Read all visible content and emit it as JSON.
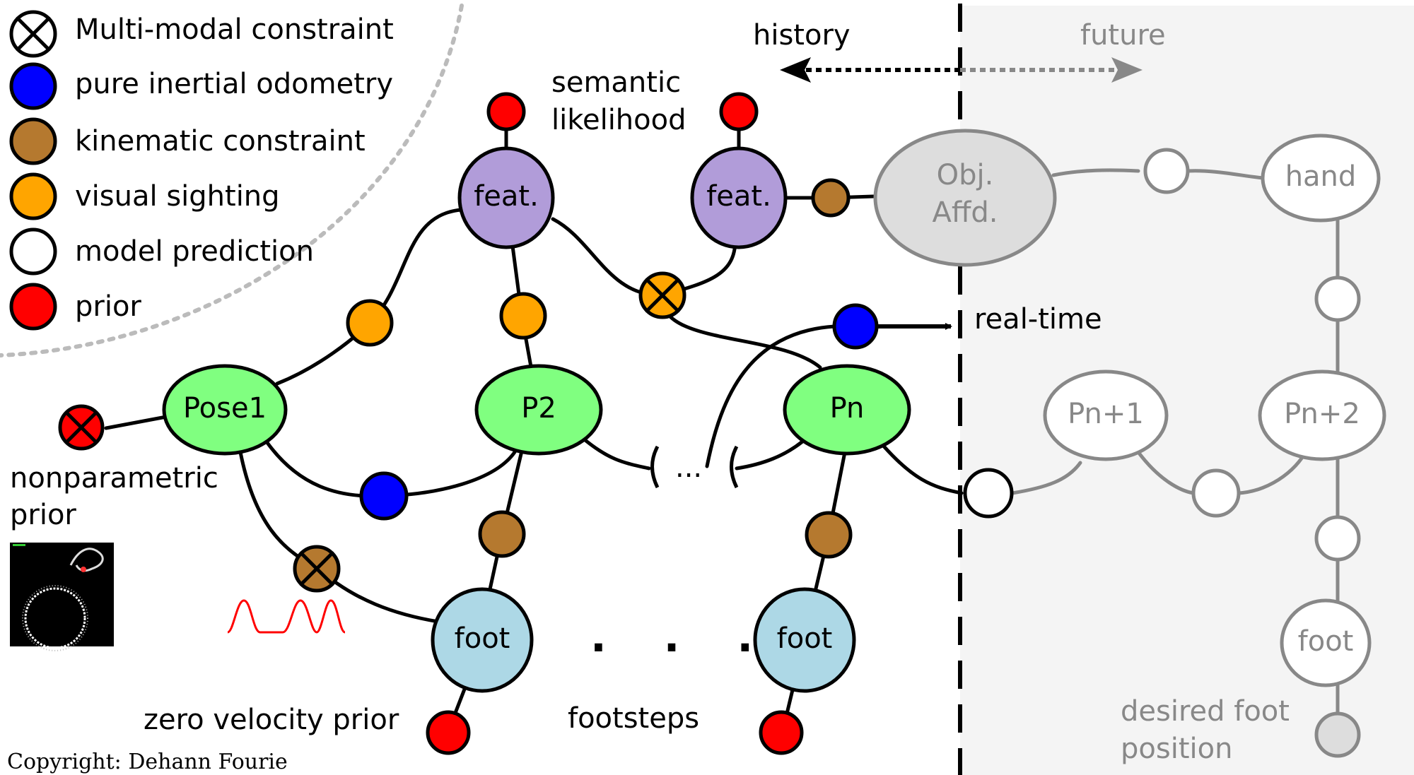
{
  "colors": {
    "pose": "#80ff80",
    "feature": "#b19cd9",
    "foot": "#add8e6",
    "inertial": "#0000ff",
    "kinematic": "#b5792f",
    "visual": "#ffa500",
    "prediction": "#ffffff",
    "prior": "#ff0000",
    "object_affordance": "#dddddd",
    "future_background": "#f4f4f4",
    "signal": "#ff0000"
  },
  "legend": {
    "items": [
      {
        "label": "Multi-modal constraint",
        "icon": "multimodal-x-icon"
      },
      {
        "label": "pure inertial odometry",
        "icon": "blue-circle-icon"
      },
      {
        "label": "kinematic constraint",
        "icon": "brown-circle-icon"
      },
      {
        "label": "visual sighting",
        "icon": "orange-circle-icon"
      },
      {
        "label": "model prediction",
        "icon": "white-circle-icon"
      },
      {
        "label": "prior",
        "icon": "red-circle-icon"
      }
    ]
  },
  "nodes": {
    "pose1": "Pose1",
    "p2": "P2",
    "pn": "Pn",
    "feat1": "feat.",
    "feat2": "feat.",
    "foot1": "foot",
    "foot2": "foot",
    "obj_affd_line1": "Obj.",
    "obj_affd_line2": "Affd.",
    "hand": "hand",
    "pn1": "Pn+1",
    "pn2": "Pn+2",
    "foot_future": "foot"
  },
  "labels": {
    "history": "history",
    "future": "future",
    "semantic_line1": "semantic",
    "semantic_line2": "likelihood",
    "real_time": "real-time",
    "nonparametric_line1": "nonparametric",
    "nonparametric_line2": "prior",
    "zero_velocity_prior": "zero velocity prior",
    "footsteps": "footsteps",
    "desired_line1": "desired foot",
    "desired_line2": "position",
    "ellipsis": "...",
    "dots": ". . .",
    "copyright": "Copyright:  Dehann  Fourie"
  }
}
